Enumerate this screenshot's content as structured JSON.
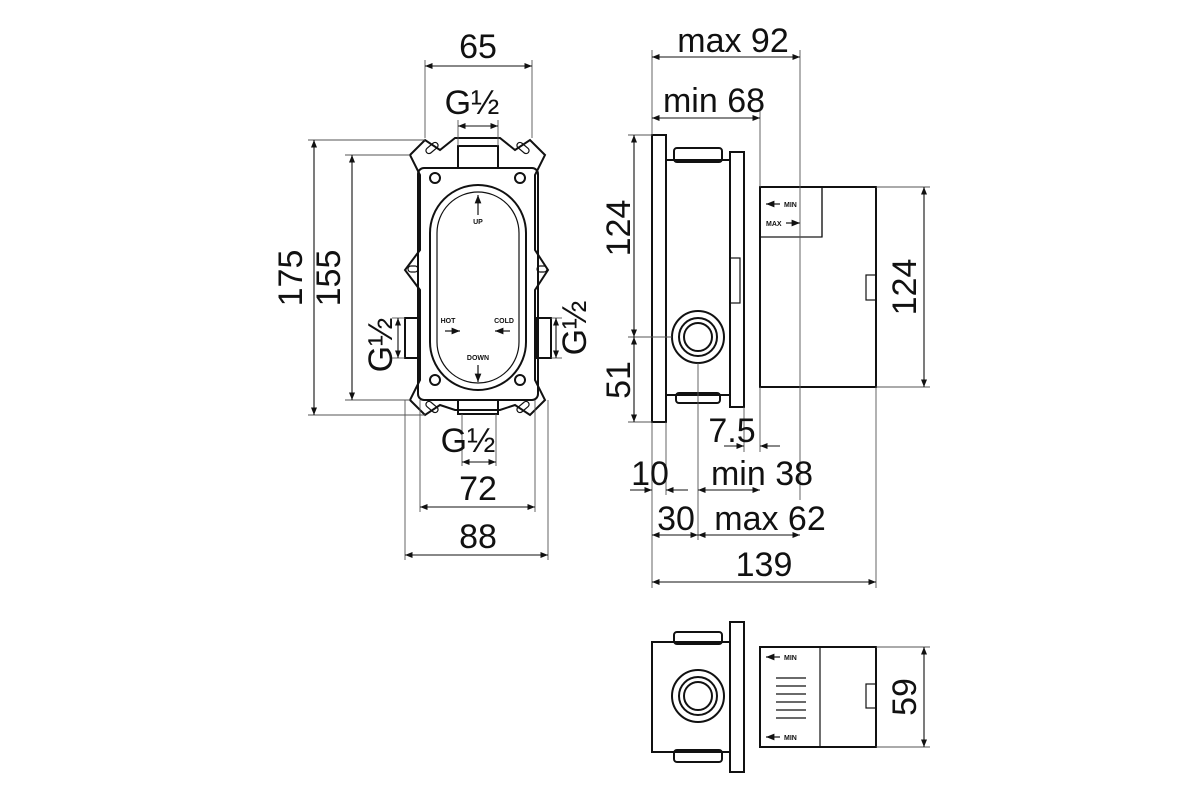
{
  "front_view": {
    "top_width": "65",
    "thread_top": "G½",
    "thread_bottom": "G½",
    "thread_left": "G½",
    "thread_right": "G½",
    "height_outer": "175",
    "height_inner": "155",
    "width_inner": "72",
    "width_outer": "88",
    "label_up": "UP",
    "label_down": "DOWN",
    "label_hot": "HOT",
    "label_cold": "COLD"
  },
  "side_view": {
    "depth_max": "max 92",
    "depth_min": "min 68",
    "upper_height": "124",
    "lower_height": "51",
    "right_height": "124",
    "offset_small": "7.5",
    "flange": "10",
    "min_38": "min 38",
    "offset_30": "30",
    "max_62": "max 62",
    "total_depth": "139",
    "label_min": "MIN",
    "label_max": "MAX"
  },
  "bottom_view": {
    "height": "59",
    "label_min_top": "MIN",
    "label_min_bottom": "MIN"
  }
}
